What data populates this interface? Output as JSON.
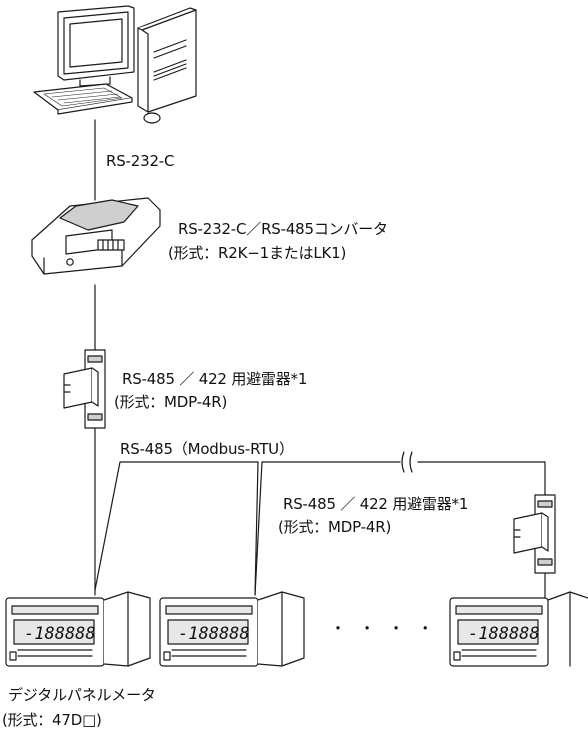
{
  "labels": {
    "rs232": "RS-232-C",
    "converter_name": "RS-232-C／RS-485コンバータ",
    "converter_model": "(形式：R2K−1またはLK1)",
    "arrester1_name": "RS-485 ／ 422 用避雷器*1",
    "arrester1_model": "(形式：MDP-4R)",
    "bus_label": "RS-485（Modbus-RTU）",
    "arrester2_name": "RS-485 ／ 422 用避雷器*1",
    "arrester2_model": "(形式：MDP-4R)",
    "meter_name": "デジタルパネルメータ",
    "meter_model": "(形式：47D□)",
    "ellipsis": "・ ・ ・ ・"
  },
  "meters": [
    {
      "display": "-188888"
    },
    {
      "display": "-188888"
    },
    {
      "display": "-188888"
    }
  ],
  "colors": {
    "line": "#1a1a1a",
    "device_fill": "#ffffff",
    "shade": "#cfcfcf",
    "lcd": "#e8e8e8"
  },
  "icons": [
    "pc-icon",
    "converter-icon",
    "arrester-icon",
    "panel-meter-icon"
  ]
}
